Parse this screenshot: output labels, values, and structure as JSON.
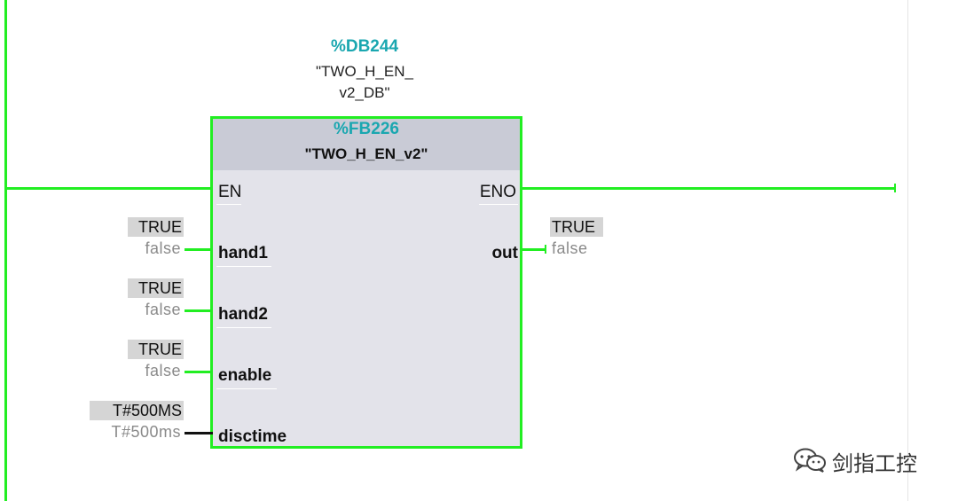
{
  "instance": {
    "db_address": "%DB244",
    "db_name_line1": "\"TWO_H_EN_",
    "db_name_line2": "v2_DB\""
  },
  "block": {
    "fb_address": "%FB226",
    "fb_name": "\"TWO_H_EN_v2\""
  },
  "pins": {
    "en": "EN",
    "eno": "ENO",
    "hand1": {
      "label": "hand1",
      "badge": "TRUE",
      "value": "false"
    },
    "hand2": {
      "label": "hand2",
      "badge": "TRUE",
      "value": "false"
    },
    "enable": {
      "label": "enable",
      "badge": "TRUE",
      "value": "false"
    },
    "disctime": {
      "label": "disctime",
      "badge": "T#500MS",
      "value": "T#500ms"
    },
    "out": {
      "label": "out",
      "badge": "TRUE",
      "value": "false"
    }
  },
  "watermark": {
    "text": "剑指工控",
    "icon": "wechat-icon"
  },
  "colors": {
    "wire_active": "#22ee22",
    "address": "#1aa7b0",
    "block_body": "#e3e3ea",
    "block_header": "#c9cbd6",
    "badge_bg": "#d5d5d5"
  }
}
